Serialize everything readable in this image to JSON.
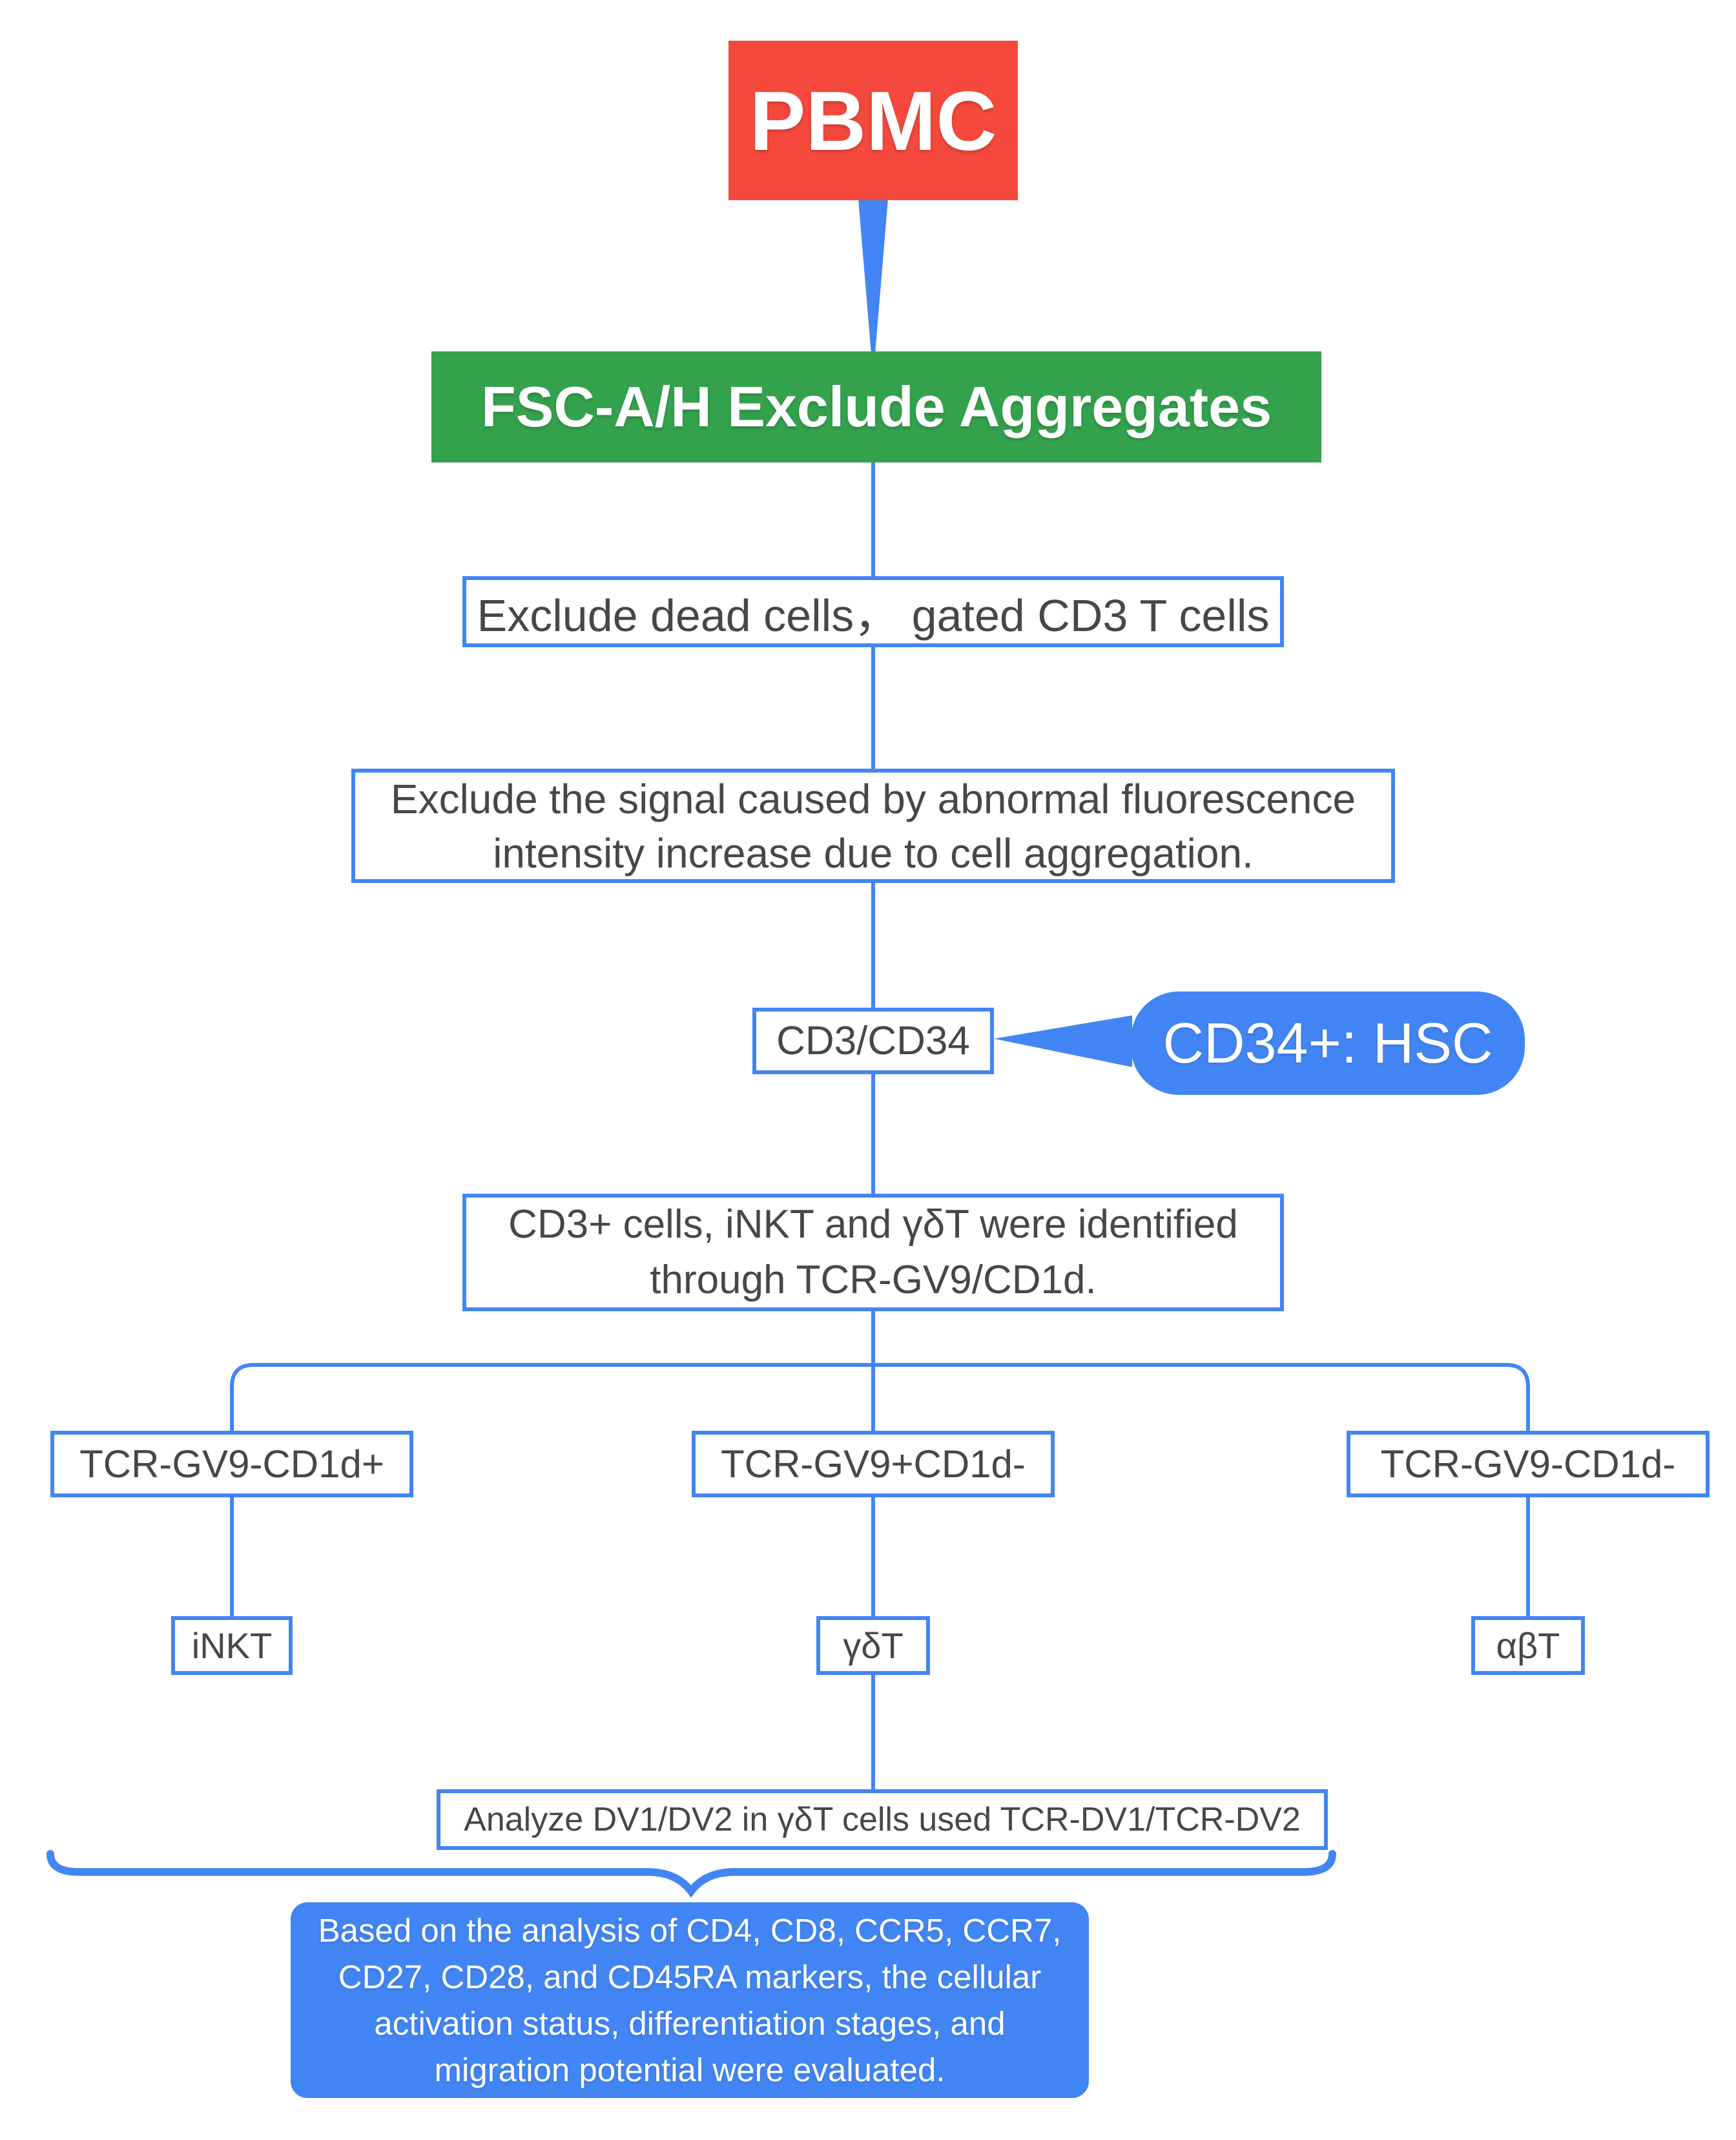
{
  "colors": {
    "accent_blue": "#4285F4",
    "node_red": "#F4493C",
    "node_green": "#34A24D",
    "text_dark": "#45484B",
    "background": "#FFFFFF"
  },
  "flow": {
    "root": {
      "label": "PBMC"
    },
    "aggregates": {
      "label": "FSC-A/H Exclude Aggregates"
    },
    "dead_cells": {
      "label": "Exclude dead cells， gated CD3 T cells"
    },
    "signal": {
      "line1": "Exclude the signal caused by abnormal fluorescence",
      "line2": "intensity increase due to cell aggregation."
    },
    "cd3cd34": {
      "label": "CD3/CD34"
    },
    "hsc_callout": {
      "label": "CD34+: HSC"
    },
    "identify": {
      "line1": "CD3+ cells, iNKT and γδT were identified",
      "line2": "through TCR-GV9/CD1d."
    },
    "branches": [
      {
        "gate": "TCR-GV9-CD1d+",
        "cell": "iNKT"
      },
      {
        "gate": "TCR-GV9+CD1d-",
        "cell": "γδT"
      },
      {
        "gate": "TCR-GV9-CD1d-",
        "cell": "αβT"
      }
    ],
    "analyze": {
      "label": "Analyze DV1/DV2 in γδT cells used TCR-DV1/TCR-DV2"
    },
    "summary": {
      "line1": "Based on the analysis of CD4, CD8, CCR5, CCR7,",
      "line2": "CD27, CD28, and CD45RA markers, the cellular",
      "line3": "activation status, differentiation stages, and",
      "line4": "migration potential were evaluated."
    }
  }
}
